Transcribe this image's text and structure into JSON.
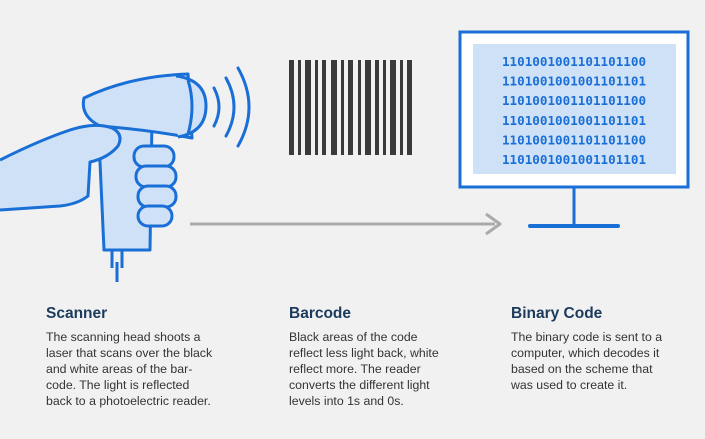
{
  "accent": "#1a6fd6",
  "light_fill": "#cfe1f7",
  "arrow_color": "#aaaaaa",
  "monitor": {
    "binary_lines": [
      "1101001001101101100",
      "1101001001001101101",
      "1101001001101101100",
      "1101001001001101101",
      "1101001001101101100",
      "1101001001001101101"
    ]
  },
  "columns": [
    {
      "title": "Scanner",
      "text": "The scanning head shoots a\nlaser that scans over the black\nand white areas of the bar-\ncode. The light is reflected\nback to a photoelectric reader."
    },
    {
      "title": "Barcode",
      "text": "Black areas of the code\nreflect less light back, white\nreflect more. The reader\nconverts the different light\nlevels into 1s and 0s."
    },
    {
      "title": "Binary Code",
      "text": "The binary code is sent to a\ncomputer, which decodes it\nbased on the scheme that\nwas used to create it."
    }
  ]
}
